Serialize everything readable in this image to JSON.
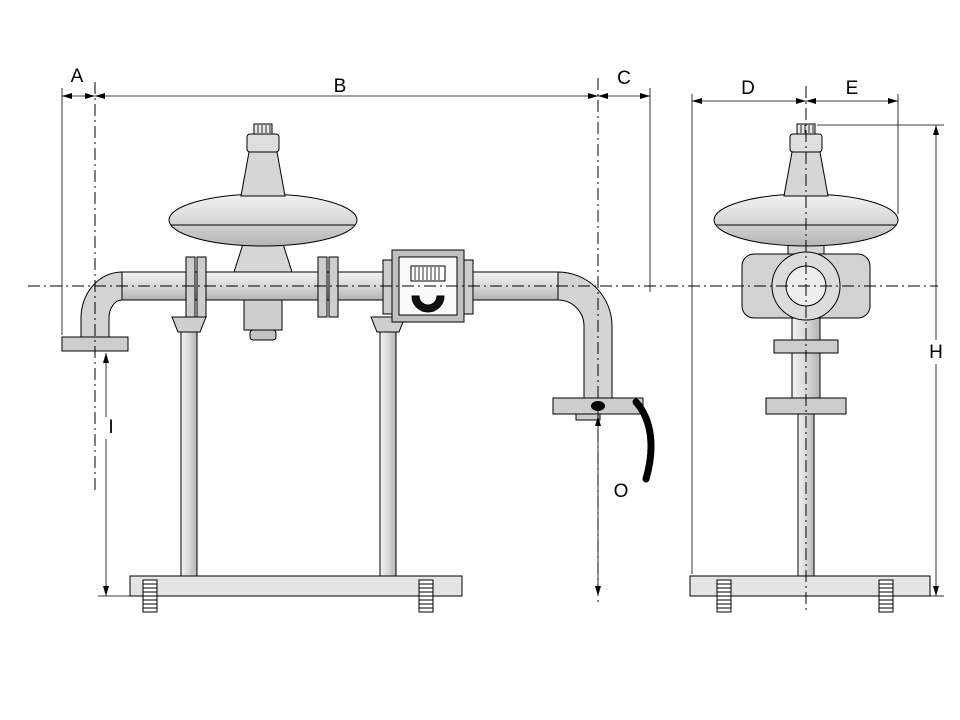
{
  "drawing": {
    "front_view": {
      "dim_labels": {
        "a": "A",
        "b": "B",
        "c": "C",
        "i": "I",
        "o": "O"
      }
    },
    "side_view": {
      "dim_labels": {
        "d": "D",
        "e": "E",
        "h": "H"
      }
    },
    "colors": {
      "line": "#000000",
      "background": "#ffffff",
      "metal_light": "#f2f2f2",
      "metal": "#d8d8d8",
      "metal_dark": "#b4b4b4",
      "valve_handle": "#000000"
    }
  }
}
